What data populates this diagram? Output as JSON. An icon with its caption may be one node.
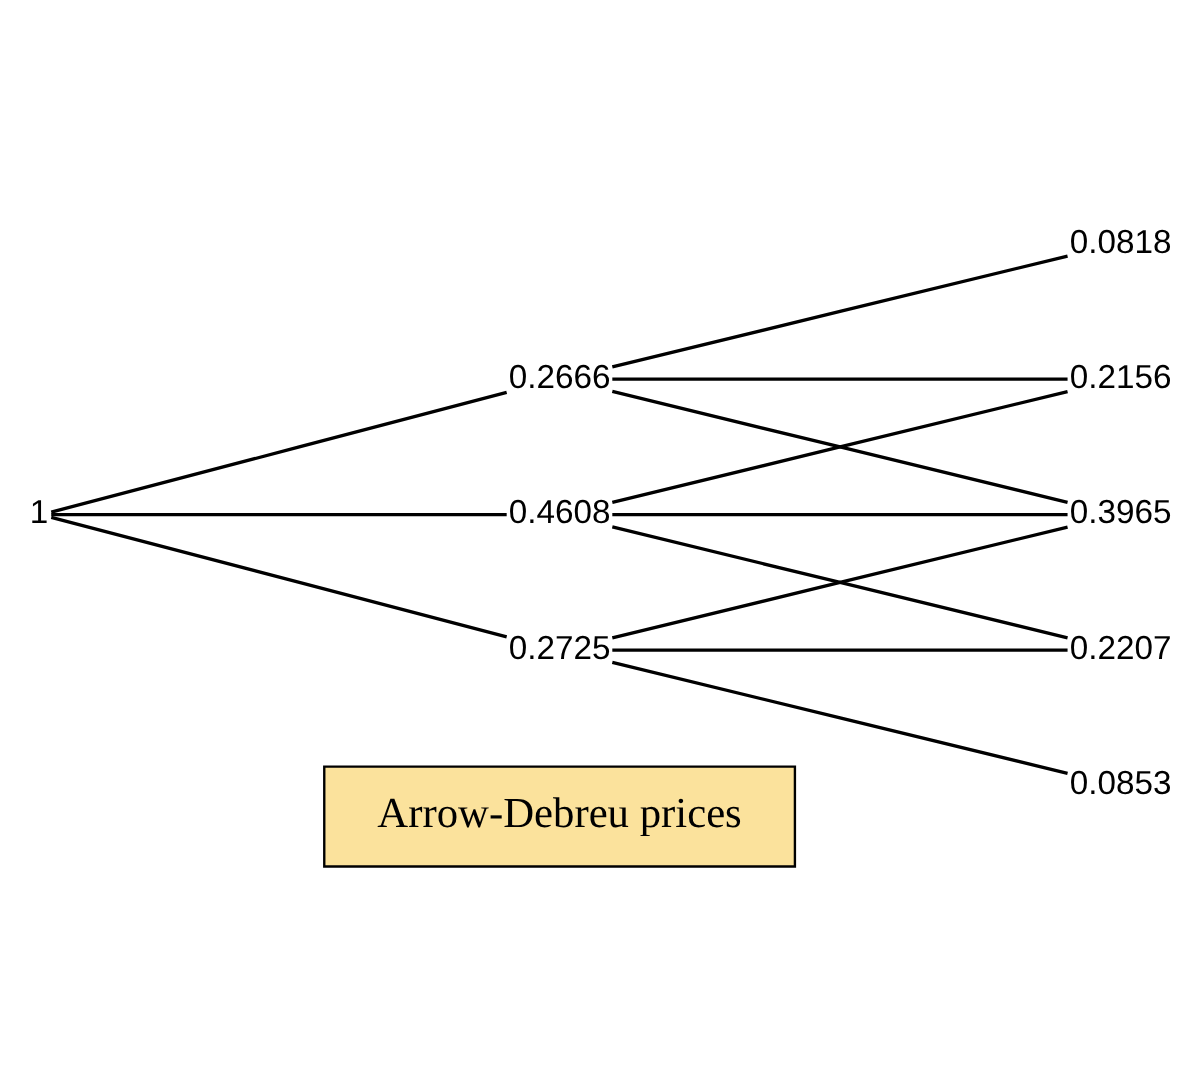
{
  "diagram": {
    "nodes": [
      {
        "text": [
          "Arrow-Debreu prices"
        ]
      },
      {
        "text": [
          "1"
        ]
      },
      {
        "text": [
          "0.2666"
        ]
      },
      {
        "text": [
          "0.4608"
        ]
      },
      {
        "text": [
          "0.2725"
        ]
      },
      {
        "text": [
          "0.0818"
        ]
      },
      {
        "text": [
          "0.2156"
        ]
      },
      {
        "text": [
          "0.3965"
        ]
      },
      {
        "text": [
          "0.2207"
        ]
      },
      {
        "text": [
          "0.0853"
        ]
      }
    ],
    "edges": [
      {
        "from": 1,
        "to": 2,
        "arrow": "none"
      },
      {
        "from": 1,
        "to": 3,
        "arrow": "none"
      },
      {
        "from": 1,
        "to": 4,
        "arrow": "none"
      },
      {
        "from": 2,
        "to": 5,
        "arrow": "none"
      },
      {
        "from": 2,
        "to": 6,
        "arrow": "none"
      },
      {
        "from": 2,
        "to": 7,
        "arrow": "none"
      },
      {
        "from": 3,
        "to": 6,
        "arrow": "none"
      },
      {
        "from": 3,
        "to": 7,
        "arrow": "none"
      },
      {
        "from": 3,
        "to": 8,
        "arrow": "none"
      },
      {
        "from": 4,
        "to": 7,
        "arrow": "none"
      },
      {
        "from": 4,
        "to": 8,
        "arrow": "none"
      },
      {
        "from": 4,
        "to": 9,
        "arrow": "none"
      }
    ]
  }
}
